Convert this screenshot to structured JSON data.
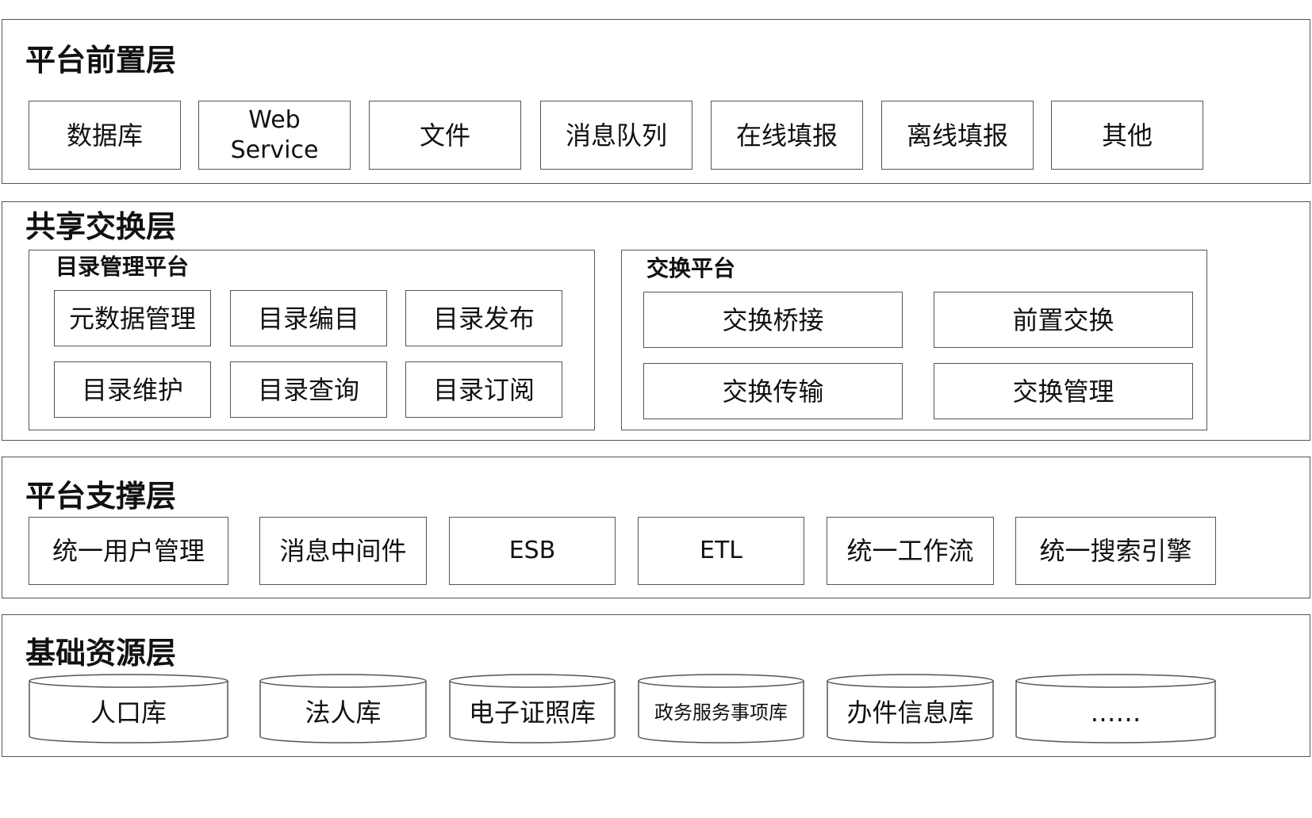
{
  "layers": {
    "front": {
      "title": "平台前置层",
      "items": [
        "数据库",
        "Web\nService",
        "文件",
        "消息队列",
        "在线填报",
        "离线填报",
        "其他"
      ]
    },
    "exchange": {
      "title": "共享交换层",
      "catalog": {
        "title": "目录管理平台",
        "items": [
          "元数据管理",
          "目录编目",
          "目录发布",
          "目录维护",
          "目录查询",
          "目录订阅"
        ]
      },
      "swap": {
        "title": "交换平台",
        "items": [
          "交换桥接",
          "前置交换",
          "交换传输",
          "交换管理"
        ]
      }
    },
    "support": {
      "title": "平台支撑层",
      "items": [
        "统一用户管理",
        "消息中间件",
        "ESB",
        "ETL",
        "统一工作流",
        "统一搜索引擎"
      ]
    },
    "resource": {
      "title": "基础资源层",
      "items": [
        "人口库",
        "法人库",
        "电子证照库",
        "政务服务事项库",
        "办件信息库",
        "……"
      ]
    }
  }
}
